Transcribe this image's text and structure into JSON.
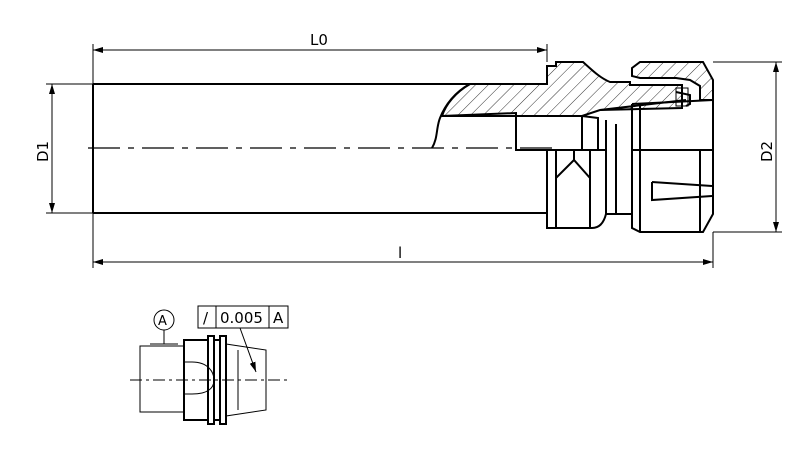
{
  "dimensions": {
    "overall_length_label": "L0",
    "total_length_label": "l",
    "shank_diameter_label": "D1",
    "nut_diameter_label": "D2"
  },
  "detail": {
    "datum_label": "A",
    "tolerance_symbol": "/",
    "tolerance_value": "0.005",
    "tolerance_datum": "A"
  }
}
